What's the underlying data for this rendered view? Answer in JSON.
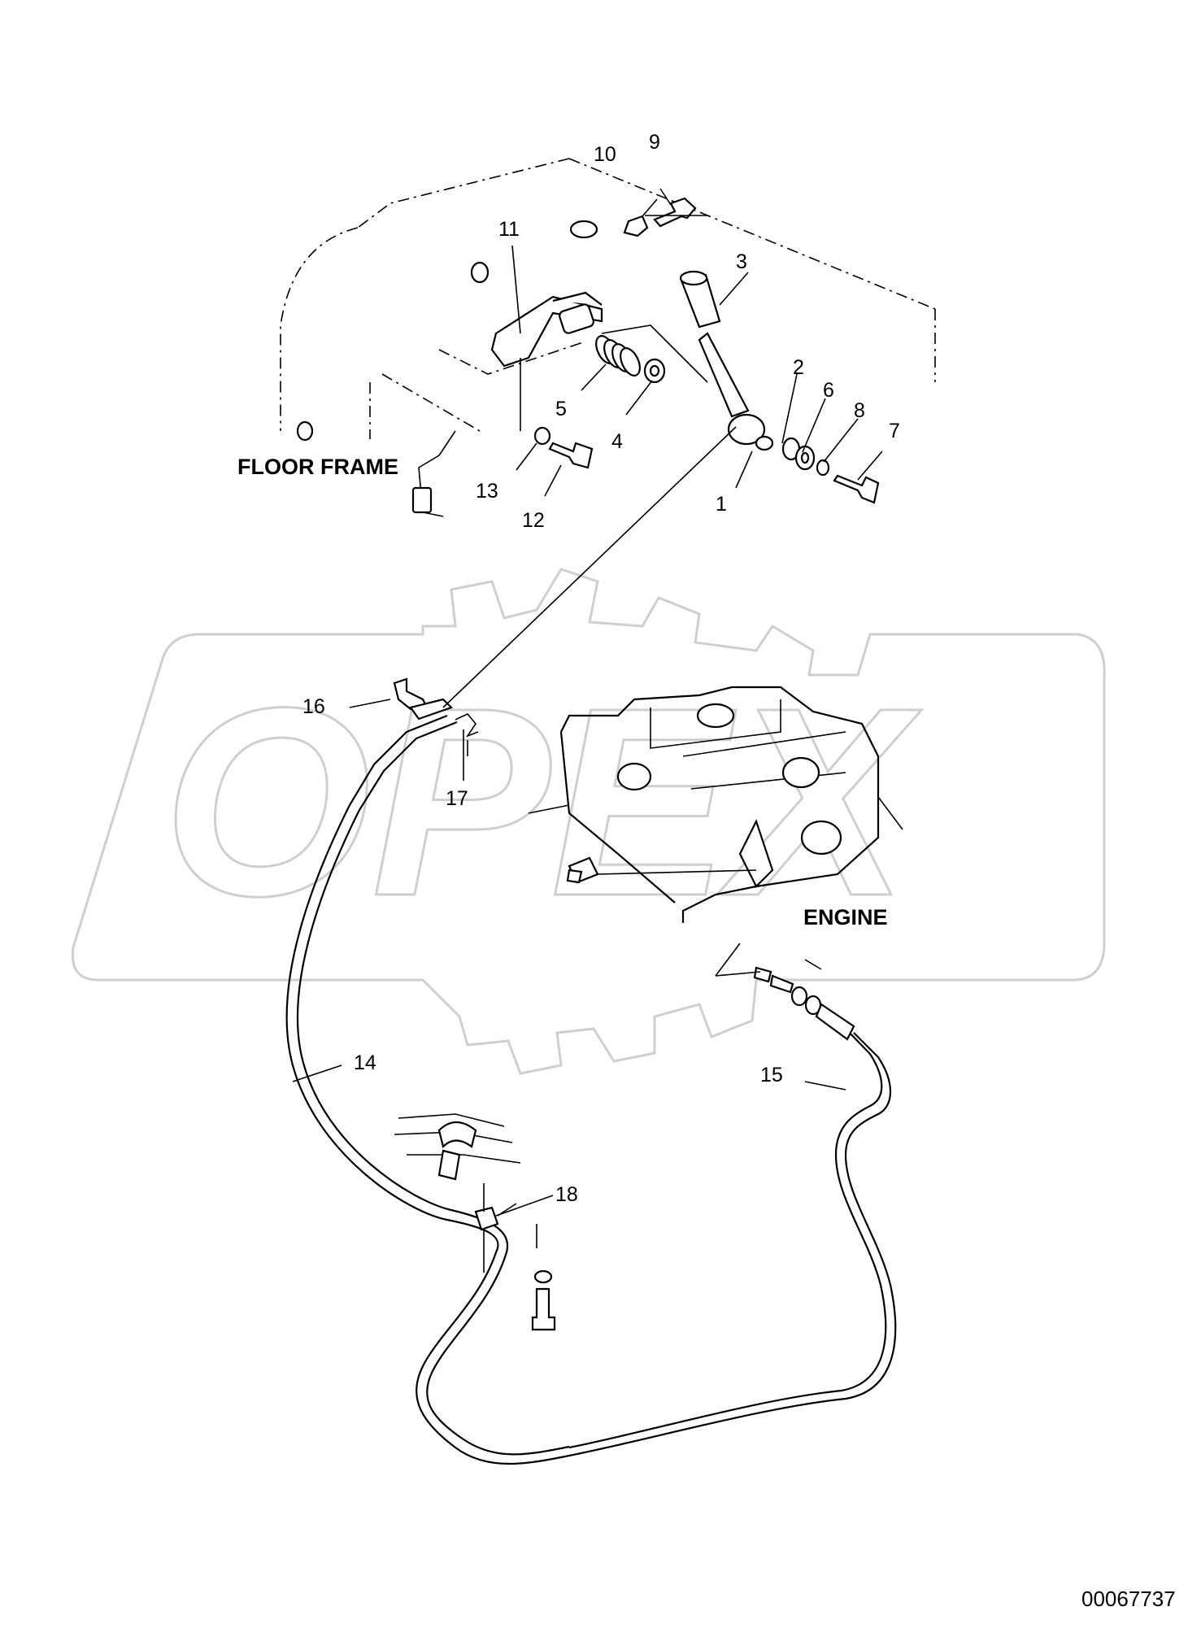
{
  "diagram": {
    "section_labels": {
      "floor_frame": "FLOOR FRAME",
      "engine": "ENGINE"
    },
    "callouts": [
      "1",
      "2",
      "3",
      "4",
      "5",
      "6",
      "7",
      "8",
      "9",
      "10",
      "11",
      "12",
      "13",
      "14",
      "15",
      "16",
      "17",
      "18"
    ],
    "document_number": "00067737",
    "watermark": "OPEX"
  }
}
